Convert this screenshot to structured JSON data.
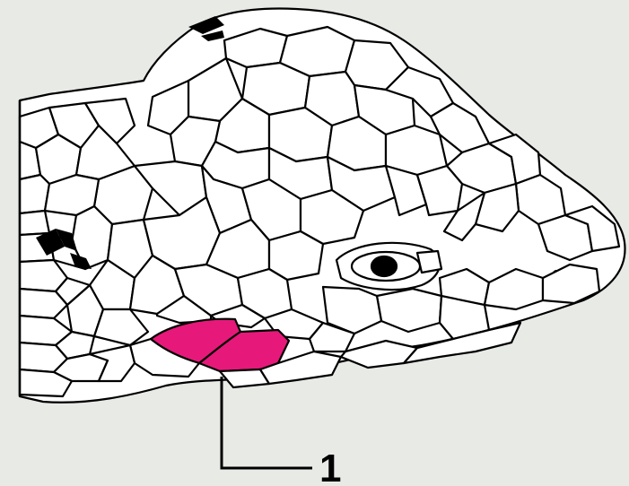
{
  "figure": {
    "subject": "lizard-head-scale-diagram",
    "highlight_color": "#e6197a",
    "background_color": "#e8eae6",
    "callouts": [
      {
        "label": "1",
        "target": "highlighted-labial-scales"
      }
    ]
  }
}
